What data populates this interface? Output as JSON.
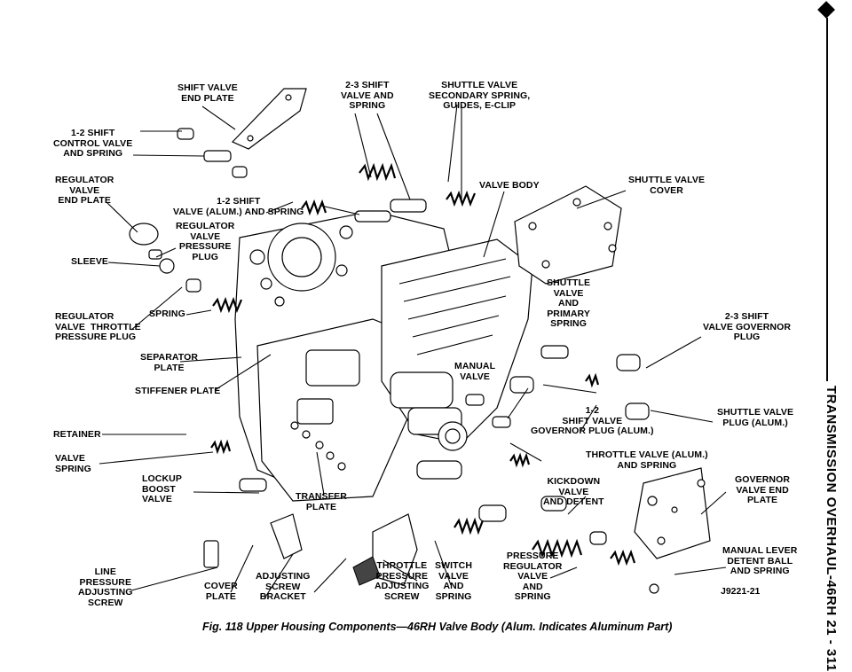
{
  "labels": {
    "shift_valve_end_plate": "SHIFT VALVE\nEND PLATE",
    "shift_23_valve_spring": "2-3 SHIFT\nVALVE AND\nSPRING",
    "shuttle_secondary": "SHUTTLE VALVE\nSECONDARY SPRING,\nGUIDES, E-CLIP",
    "shift_12_control": "1-2 SHIFT\nCONTROL VALVE\nAND SPRING",
    "regulator_end_plate": "REGULATOR\nVALVE\nEND PLATE",
    "shift_12_valve": "1-2 SHIFT\nVALVE (ALUM.) AND SPRING",
    "valve_body": "VALVE BODY",
    "shuttle_cover": "SHUTTLE VALVE\nCOVER",
    "regulator_pressure_plug": "REGULATOR\nVALVE\nPRESSURE\nPLUG",
    "sleeve": "SLEEVE",
    "shuttle_primary": "SHUTTLE\nVALVE\nAND\nPRIMARY\nSPRING",
    "regulator_throttle": "REGULATOR\nVALVE  THROTTLE\nPRESSURE PLUG",
    "spring": "SPRING",
    "shift_23_governor": "2-3 SHIFT\nVALVE GOVERNOR\nPLUG",
    "separator_plate": "SEPARATOR\nPLATE",
    "manual_valve": "MANUAL\nVALVE",
    "stiffener_plate": "STIFFENER PLATE",
    "shift_12_governor": "1-2\nSHIFT VALVE\nGOVERNOR PLUG (ALUM.)",
    "shuttle_plug": "SHUTTLE VALVE\nPLUG (ALUM.)",
    "retainer": "RETAINER",
    "valve_spring": "VALVE\nSPRING",
    "throttle_valve": "THROTTLE VALVE (ALUM.)\nAND SPRING",
    "lockup_boost": "LOCKUP\nBOOST\nVALVE",
    "kickdown": "KICKDOWN\nVALVE\nAND DETENT",
    "governor_end_plate": "GOVERNOR\nVALVE END\nPLATE",
    "transfer_plate": "TRANSFER\nPLATE",
    "manual_lever_detent": "MANUAL LEVER\nDETENT BALL\nAND SPRING",
    "line_pressure_screw": "LINE\nPRESSURE\nADJUSTING\nSCREW",
    "cover_plate": "COVER\nPLATE",
    "adjusting_bracket": "ADJUSTING\nSCREW\nBRACKET",
    "throttle_pressure_screw": "THROTTLE\nPRESSURE\nADJUSTING\nSCREW",
    "switch_valve": "SWITCH\nVALVE\nAND\nSPRING",
    "pressure_regulator": "PRESSURE\nREGULATOR\nVALVE\nAND\nSPRING"
  },
  "figure_id": "J9221-21",
  "caption": "Fig. 118 Upper Housing Components—46RH Valve Body (Alum. Indicates Aluminum Part)",
  "side_header": "TRANSMISSION OVERHAUL-46RH    21 - 311"
}
